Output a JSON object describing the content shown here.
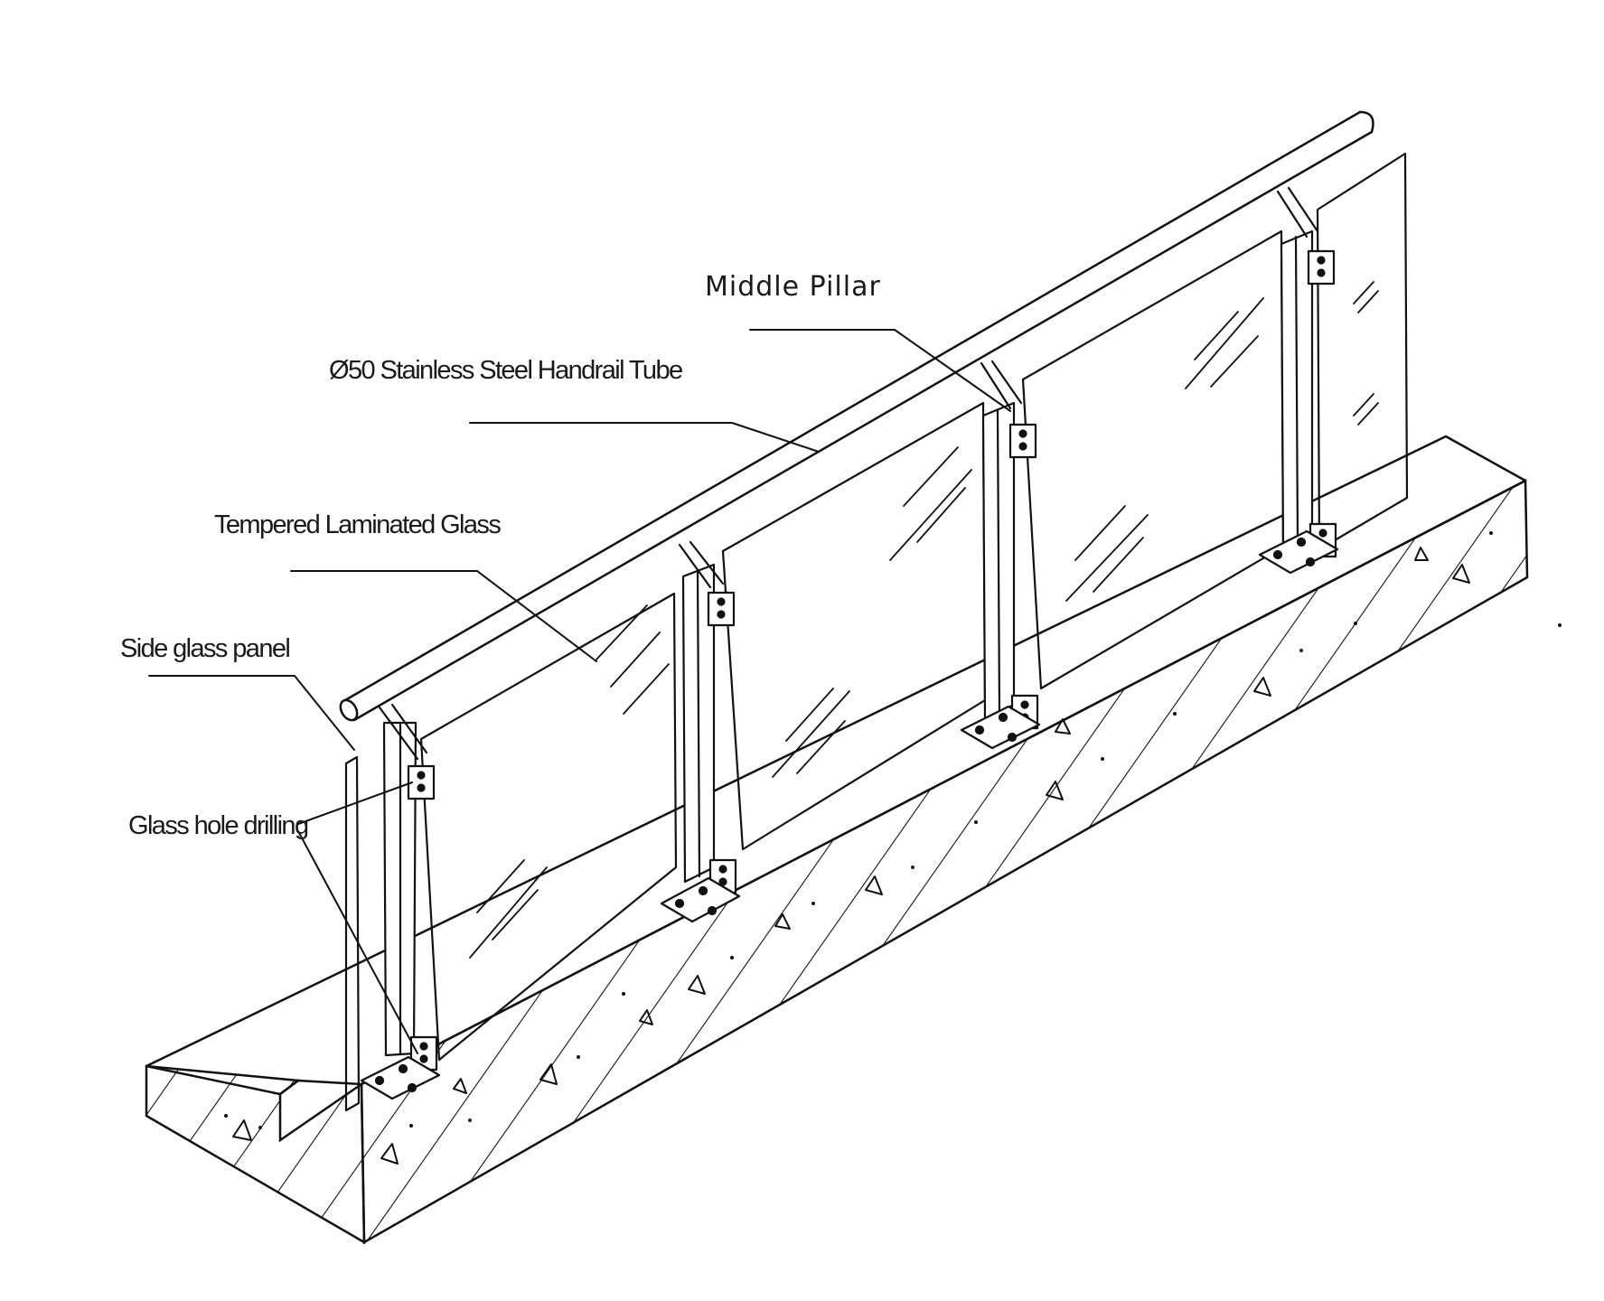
{
  "labels": {
    "middle_pillar": "Middle Pillar",
    "handrail": "Ø50 Stainless Steel Handrail Tube",
    "glass": "Tempered Laminated Glass",
    "side_panel": "Side glass panel",
    "hole_drilling": "Glass hole drilling"
  },
  "colors": {
    "ink": "#111111",
    "background": "#ffffff"
  }
}
